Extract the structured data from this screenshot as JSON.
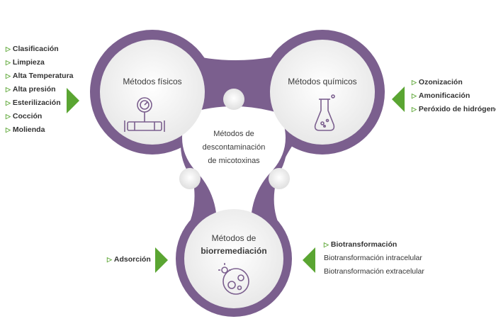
{
  "colors": {
    "frame": "#7b5f8e",
    "arrow": "#5aa532",
    "text": "#333333"
  },
  "center_title": {
    "line1": "Métodos de",
    "line2": "descontaminación",
    "line3": "de micotoxinas"
  },
  "physical": {
    "title": "Métodos físicos",
    "icon": "pressure-gauge-pipe-icon",
    "items": [
      "Clasificación",
      "Limpieza",
      "Alta Temperatura",
      "Alta presión",
      "Esterilización",
      "Cocción",
      "Molienda"
    ]
  },
  "chemical": {
    "title": "Métodos químicos",
    "icon": "flask-icon",
    "items": [
      "Ozonización",
      "Amonificación",
      "Peróxido de hidrógeno"
    ]
  },
  "bio": {
    "title_line1": "Métodos de",
    "title_line2": "biorremediación",
    "icon": "microorganism-icon",
    "left_items": [
      "Adsorción"
    ],
    "right_header": "Biotransformación",
    "right_items": [
      "Biotransformación intracelular",
      "Biotransformación extracelular"
    ]
  }
}
